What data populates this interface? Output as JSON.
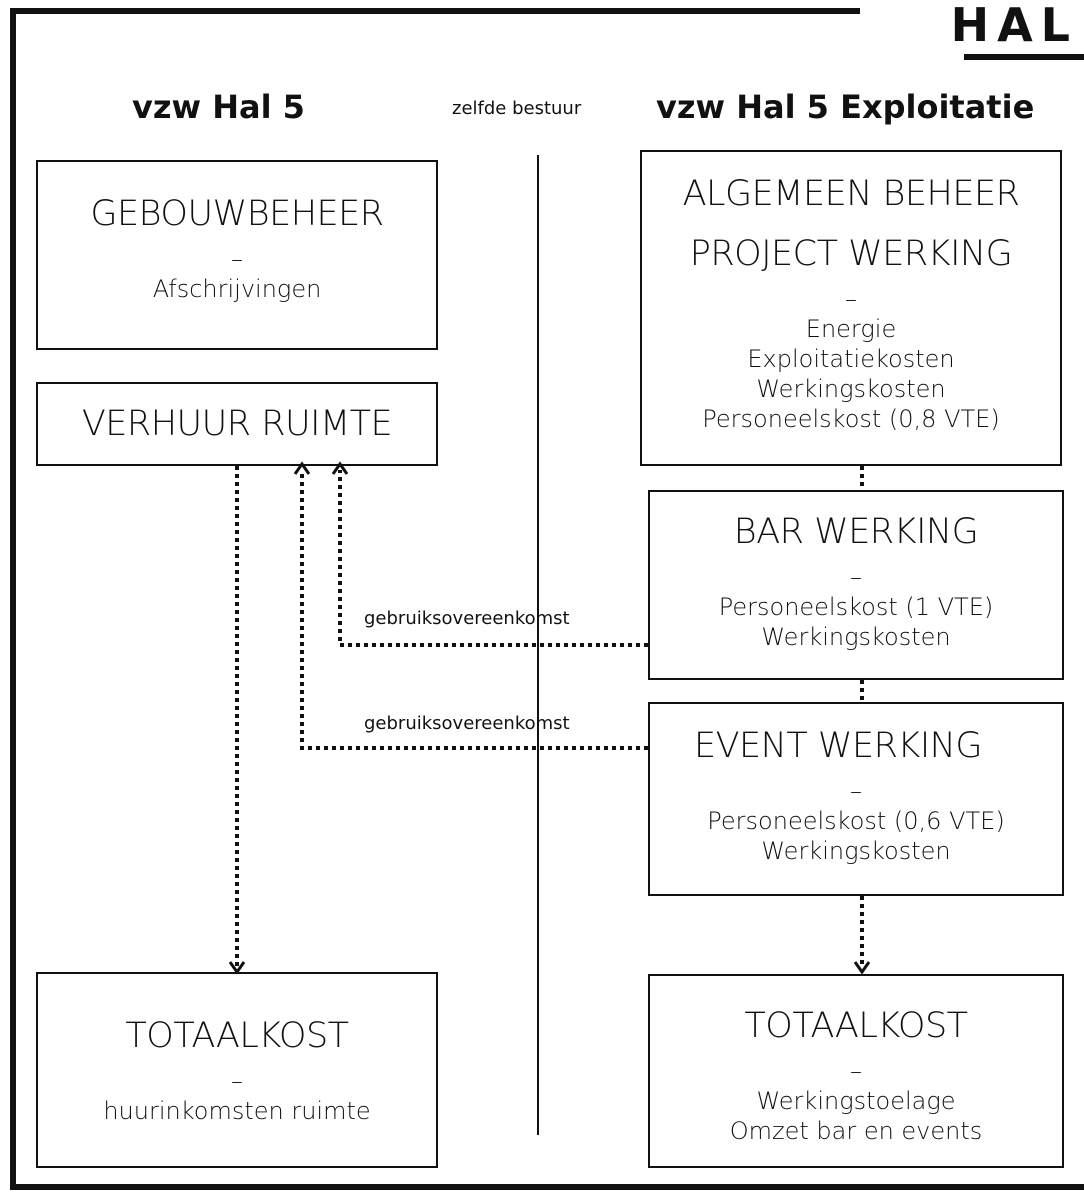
{
  "logo": "HAL",
  "left_header": "vzw Hal 5",
  "center_note": "zelfde bestuur",
  "right_header": "vzw Hal 5 Exploitatie",
  "boxes": {
    "gebouwbeheer": {
      "title": "GEBOUWBEHEER",
      "dash": "–",
      "lines": [
        "Afschrijvingen"
      ]
    },
    "verhuur": {
      "title": "VERHUUR RUIMTE"
    },
    "totaal_left": {
      "title": "TOTAALKOST",
      "dash": "–",
      "lines": [
        "huurinkomsten ruimte"
      ]
    },
    "algemeen": {
      "title1": "ALGEMEEN BEHEER",
      "title2": "PROJECT WERKING",
      "dash": "–",
      "lines": [
        "Energie",
        "Exploitatiekosten",
        "Werkingskosten",
        "Personeelskost (0,8 VTE)"
      ]
    },
    "bar": {
      "title": "BAR WERKING",
      "dash": "–",
      "lines": [
        "Personeelskost (1 VTE)",
        "Werkingskosten"
      ]
    },
    "event": {
      "title": "EVENT WERKING",
      "dash": "–",
      "lines": [
        "Personeelskost (0,6 VTE)",
        "Werkingskosten"
      ]
    },
    "totaal_right": {
      "title": "TOTAALKOST",
      "dash": "–",
      "lines": [
        "Werkingstoelage",
        "Omzet bar en events"
      ]
    }
  },
  "edge_labels": {
    "bar_agreement": "gebruiksovereenkomst",
    "event_agreement": "gebruiksovereenkomst"
  }
}
